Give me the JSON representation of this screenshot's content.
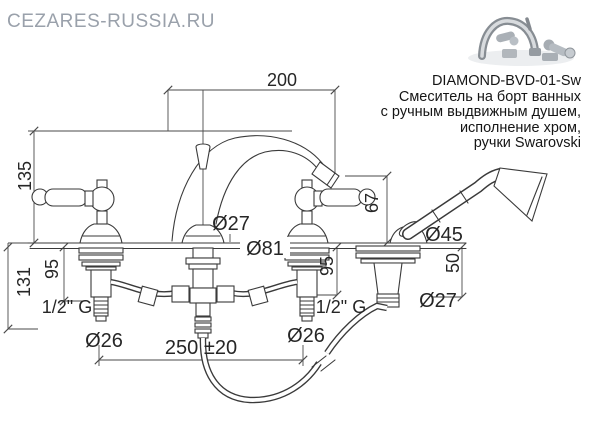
{
  "watermark": "CEZARES-RUSSIA.RU",
  "product": {
    "model": "DIAMOND-BVD-01-Sw",
    "description_lines": [
      "Смеситель на борт ванных",
      "с ручным выдвижным душем,",
      "исполнение хром,",
      "ручки Swarovski"
    ]
  },
  "drawing": {
    "line_color": "#3a3a3a",
    "watermark_color": "#9aa1ab",
    "dimensions": {
      "spout_reach": "200",
      "height_above_deck": "135",
      "height_below_deck": "131",
      "shank_length_left": "95",
      "shank_length_right": "95",
      "spout_outlet_height": "67",
      "holder_shank_length": "50",
      "hose_span": "250 ±20",
      "spout_column_diameter": "Ø27",
      "base_flange_diameter": "Ø81",
      "holder_escutcheon_diameter": "Ø45",
      "hose_connector_diameter": "Ø27",
      "valve_shank_diameter_left": "Ø26",
      "valve_shank_diameter_right": "Ø26",
      "thread_left": "1/2\" G",
      "thread_right": "1/2\" G"
    }
  }
}
